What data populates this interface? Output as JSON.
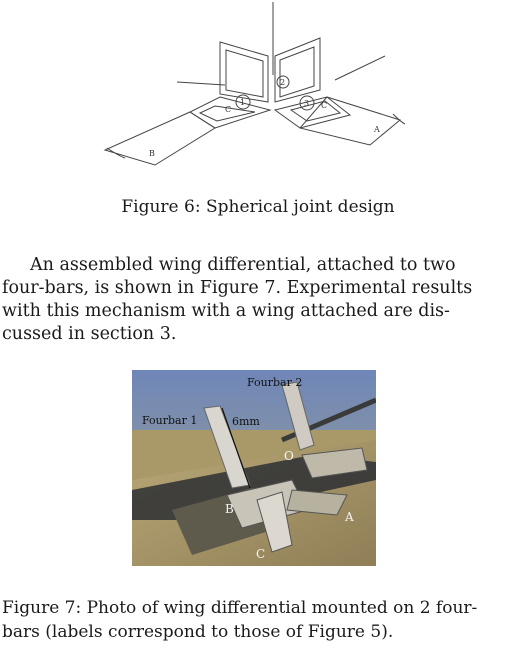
{
  "figure6": {
    "labels": {
      "A": "A",
      "B": "B",
      "C_left": "C",
      "C_right": "C",
      "n1": "1",
      "n2": "2",
      "n3": "3"
    },
    "caption": "Figure 6: Spherical joint design"
  },
  "paragraph": {
    "lines": [
      "An assembled wing differential, attached to two",
      "four-bars, is shown in Figure 7. Experimental results",
      "with this mechanism with a wing attached are dis-",
      "cussed in section 3."
    ]
  },
  "figure7": {
    "labels": {
      "fourbar1": "Fourbar 1",
      "fourbar2": "Fourbar 2",
      "scale": "6mm",
      "O": "O",
      "A": "A",
      "B": "B",
      "C": "C"
    },
    "caption_lines": [
      "Figure 7: Photo of wing differential mounted on 2 four-",
      "bars (labels correspond to those of Figure 5)."
    ]
  }
}
